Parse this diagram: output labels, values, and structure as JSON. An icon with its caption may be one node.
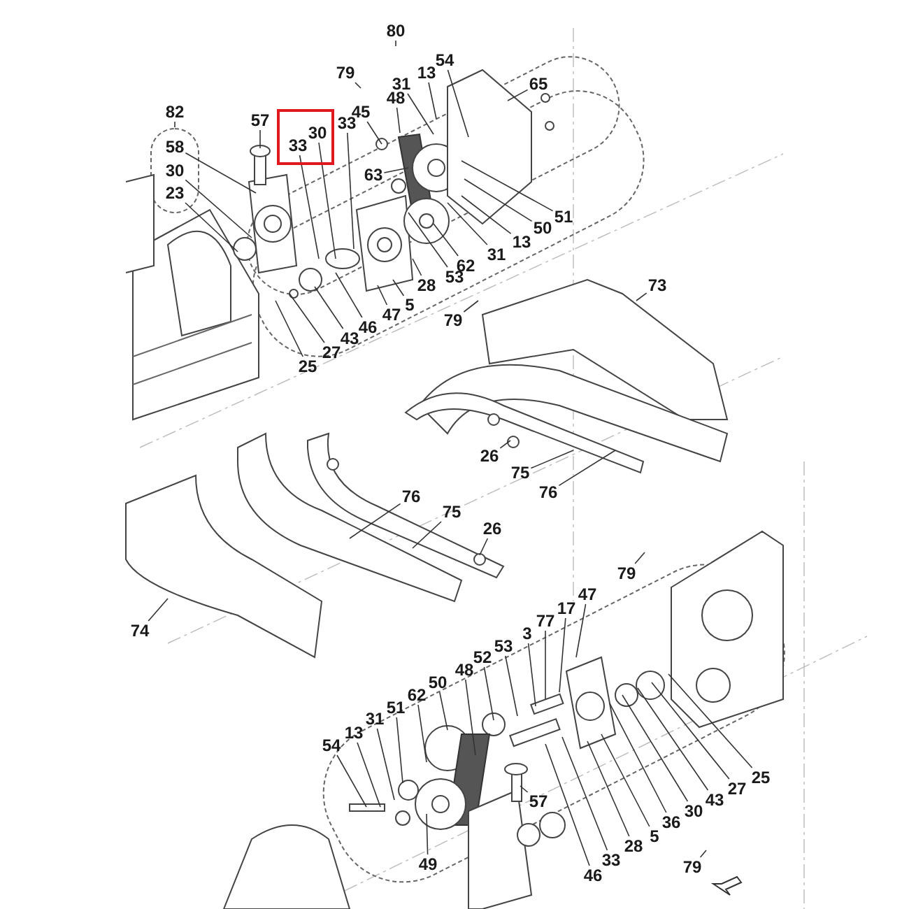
{
  "diagram": {
    "nodes": [
      {
        "text": [
          "80"
        ]
      },
      {
        "text": [
          "54"
        ]
      },
      {
        "text": [
          "79"
        ]
      },
      {
        "text": [
          "13"
        ]
      },
      {
        "text": [
          "31"
        ]
      },
      {
        "text": [
          "65"
        ]
      },
      {
        "text": [
          "48"
        ]
      },
      {
        "text": [
          "82"
        ]
      },
      {
        "text": [
          "45"
        ]
      },
      {
        "text": [
          "57"
        ]
      },
      {
        "text": [
          "33"
        ]
      },
      {
        "text": [],
        "shape": "box"
      },
      {
        "text": [
          "30"
        ],
        "in": 11
      },
      {
        "text": [
          "33"
        ],
        "in": 11
      },
      {
        "text": [
          "58"
        ]
      },
      {
        "text": [
          "30"
        ]
      },
      {
        "text": [
          "63"
        ]
      },
      {
        "text": [
          "23"
        ]
      },
      {
        "text": [
          "51"
        ]
      },
      {
        "text": [
          "50"
        ]
      },
      {
        "text": [
          "13"
        ]
      },
      {
        "text": [
          "31"
        ]
      },
      {
        "text": [
          "62"
        ]
      },
      {
        "text": [
          "53"
        ]
      },
      {
        "text": [
          "73"
        ]
      },
      {
        "text": [
          "28"
        ]
      },
      {
        "text": [
          "5"
        ]
      },
      {
        "text": [
          "47"
        ]
      },
      {
        "text": [
          "79"
        ]
      },
      {
        "text": [
          "46"
        ]
      },
      {
        "text": [
          "43"
        ]
      },
      {
        "text": [
          "27"
        ]
      },
      {
        "text": [
          "25"
        ]
      },
      {
        "text": [
          "26"
        ]
      },
      {
        "text": [
          "75"
        ]
      },
      {
        "text": [
          "76"
        ]
      },
      {
        "text": [
          "76"
        ]
      },
      {
        "text": [
          "75"
        ]
      },
      {
        "text": [
          "26"
        ]
      },
      {
        "text": [
          "79"
        ]
      },
      {
        "text": [
          "47"
        ]
      },
      {
        "text": [
          "17"
        ]
      },
      {
        "text": [
          "77"
        ]
      },
      {
        "text": [
          "74"
        ]
      },
      {
        "text": [
          "3"
        ]
      },
      {
        "text": [
          "53"
        ]
      },
      {
        "text": [
          "52"
        ]
      },
      {
        "text": [
          "48"
        ]
      },
      {
        "text": [
          "50"
        ]
      },
      {
        "text": [
          "62"
        ]
      },
      {
        "text": [
          "51"
        ]
      },
      {
        "text": [
          "31"
        ]
      },
      {
        "text": [
          "13"
        ]
      },
      {
        "text": [
          "54"
        ]
      },
      {
        "text": [
          "25"
        ]
      },
      {
        "text": [
          "27"
        ]
      },
      {
        "text": [
          "43"
        ]
      },
      {
        "text": [
          "57"
        ]
      },
      {
        "text": [
          "30"
        ]
      },
      {
        "text": [
          "36"
        ]
      },
      {
        "text": [
          "5"
        ]
      },
      {
        "text": [
          "28"
        ]
      },
      {
        "text": [
          "33"
        ]
      },
      {
        "text": [
          "79"
        ]
      },
      {
        "text": [
          "49"
        ]
      },
      {
        "text": [
          "46"
        ]
      }
    ],
    "edges": [
      {
        "from": 0,
        "to": null,
        "arrow": "none"
      },
      {
        "from": 1,
        "to": null,
        "arrow": "none"
      },
      {
        "from": 2,
        "to": null,
        "arrow": "none"
      },
      {
        "from": 3,
        "to": null,
        "arrow": "none"
      },
      {
        "from": 4,
        "to": null,
        "arrow": "none"
      },
      {
        "from": 5,
        "to": null,
        "arrow": "none"
      },
      {
        "from": 6,
        "to": null,
        "arrow": "none"
      },
      {
        "from": 7,
        "to": null,
        "arrow": "none"
      },
      {
        "from": 8,
        "to": null,
        "arrow": "none"
      },
      {
        "from": 9,
        "to": null,
        "arrow": "none"
      },
      {
        "from": 10,
        "to": null,
        "arrow": "none"
      },
      {
        "from": 12,
        "to": null,
        "arrow": "none"
      },
      {
        "from": 13,
        "to": null,
        "arrow": "none"
      },
      {
        "from": 14,
        "to": null,
        "arrow": "none"
      },
      {
        "from": 15,
        "to": null,
        "arrow": "none"
      },
      {
        "from": 16,
        "to": null,
        "arrow": "none"
      },
      {
        "from": 17,
        "to": null,
        "arrow": "none"
      },
      {
        "from": 18,
        "to": null,
        "arrow": "none"
      },
      {
        "from": 19,
        "to": null,
        "arrow": "none"
      },
      {
        "from": 20,
        "to": null,
        "arrow": "none"
      },
      {
        "from": 21,
        "to": null,
        "arrow": "none"
      },
      {
        "from": 22,
        "to": null,
        "arrow": "none"
      },
      {
        "from": 23,
        "to": null,
        "arrow": "none"
      },
      {
        "from": 24,
        "to": null,
        "arrow": "none"
      },
      {
        "from": 25,
        "to": null,
        "arrow": "none"
      },
      {
        "from": 26,
        "to": null,
        "arrow": "none"
      },
      {
        "from": 27,
        "to": null,
        "arrow": "none"
      },
      {
        "from": 28,
        "to": null,
        "arrow": "none"
      },
      {
        "from": 29,
        "to": null,
        "arrow": "none"
      },
      {
        "from": 30,
        "to": null,
        "arrow": "none"
      },
      {
        "from": 31,
        "to": null,
        "arrow": "none"
      },
      {
        "from": 32,
        "to": null,
        "arrow": "none"
      },
      {
        "from": 33,
        "to": null,
        "arrow": "none"
      },
      {
        "from": 34,
        "to": null,
        "arrow": "none"
      },
      {
        "from": 35,
        "to": null,
        "arrow": "none"
      },
      {
        "from": 36,
        "to": null,
        "arrow": "none"
      },
      {
        "from": 37,
        "to": null,
        "arrow": "none"
      },
      {
        "from": 38,
        "to": null,
        "arrow": "none"
      },
      {
        "from": 39,
        "to": null,
        "arrow": "none"
      },
      {
        "from": 40,
        "to": null,
        "arrow": "none"
      },
      {
        "from": 41,
        "to": null,
        "arrow": "none"
      },
      {
        "from": 42,
        "to": null,
        "arrow": "none"
      },
      {
        "from": 43,
        "to": null,
        "arrow": "none"
      },
      {
        "from": 44,
        "to": null,
        "arrow": "none"
      },
      {
        "from": 45,
        "to": null,
        "arrow": "none"
      },
      {
        "from": 46,
        "to": null,
        "arrow": "none"
      },
      {
        "from": 47,
        "to": null,
        "arrow": "none"
      },
      {
        "from": 48,
        "to": null,
        "arrow": "none"
      },
      {
        "from": 49,
        "to": null,
        "arrow": "none"
      },
      {
        "from": 50,
        "to": null,
        "arrow": "none"
      },
      {
        "from": 51,
        "to": null,
        "arrow": "none"
      },
      {
        "from": 52,
        "to": null,
        "arrow": "none"
      },
      {
        "from": 53,
        "to": null,
        "arrow": "none"
      },
      {
        "from": 54,
        "to": null,
        "arrow": "none"
      },
      {
        "from": 55,
        "to": null,
        "arrow": "none"
      },
      {
        "from": 56,
        "to": null,
        "arrow": "none"
      },
      {
        "from": 57,
        "to": null,
        "arrow": "none"
      },
      {
        "from": 58,
        "to": null,
        "arrow": "none"
      },
      {
        "from": 59,
        "to": null,
        "arrow": "none"
      },
      {
        "from": 60,
        "to": null,
        "arrow": "none"
      },
      {
        "from": 61,
        "to": null,
        "arrow": "none"
      },
      {
        "from": 62,
        "to": null,
        "arrow": "none"
      },
      {
        "from": 63,
        "to": null,
        "arrow": "none"
      },
      {
        "from": 64,
        "to": null,
        "arrow": "none"
      },
      {
        "from": 65,
        "to": null,
        "arrow": "none"
      }
    ]
  }
}
